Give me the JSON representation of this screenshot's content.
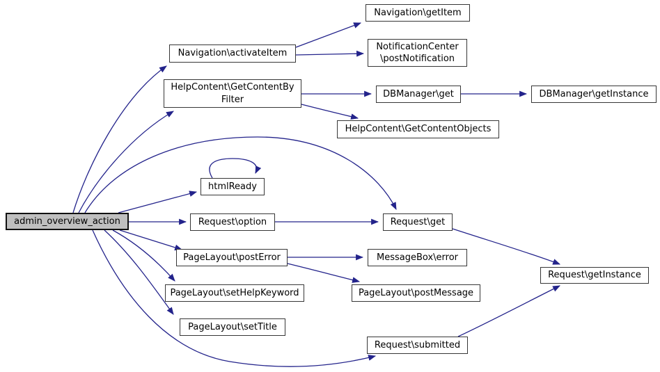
{
  "diagram": {
    "kind": "call-graph",
    "root_function": "admin_overview_action",
    "colors": {
      "edge": "#23238b",
      "node_border": "#363636",
      "root_fill": "#bfbfbf",
      "node_fill": "#ffffff",
      "text": "#000000"
    },
    "nodes": [
      {
        "id": "admin_overview_action",
        "label": "admin_overview_action"
      },
      {
        "id": "navigation_activateitem",
        "label": "Navigation\\activateItem"
      },
      {
        "id": "navigation_getitem",
        "label": "Navigation\\getItem"
      },
      {
        "id": "notificationcenter_postnotification",
        "label": "NotificationCenter\n\\postNotification"
      },
      {
        "id": "helpcontent_getcontentbyfilter",
        "label": "HelpContent\\GetContentBy\nFilter"
      },
      {
        "id": "dbmanager_get",
        "label": "DBManager\\get"
      },
      {
        "id": "dbmanager_getinstance",
        "label": "DBManager\\getInstance"
      },
      {
        "id": "helpcontent_getcontentobjects",
        "label": "HelpContent\\GetContentObjects"
      },
      {
        "id": "htmlready",
        "label": "htmlReady"
      },
      {
        "id": "request_option",
        "label": "Request\\option"
      },
      {
        "id": "request_get",
        "label": "Request\\get"
      },
      {
        "id": "pagelayout_posterror",
        "label": "PageLayout\\postError"
      },
      {
        "id": "messagebox_error",
        "label": "MessageBox\\error"
      },
      {
        "id": "pagelayout_sethelpkeyword",
        "label": "PageLayout\\setHelpKeyword"
      },
      {
        "id": "pagelayout_postmessage",
        "label": "PageLayout\\postMessage"
      },
      {
        "id": "request_getinstance",
        "label": "Request\\getInstance"
      },
      {
        "id": "pagelayout_settitle",
        "label": "PageLayout\\setTitle"
      },
      {
        "id": "request_submitted",
        "label": "Request\\submitted"
      }
    ],
    "edges": [
      {
        "from": "admin_overview_action",
        "to": "navigation_activateitem"
      },
      {
        "from": "admin_overview_action",
        "to": "helpcontent_getcontentbyfilter"
      },
      {
        "from": "admin_overview_action",
        "to": "request_get"
      },
      {
        "from": "admin_overview_action",
        "to": "htmlready"
      },
      {
        "from": "admin_overview_action",
        "to": "request_option"
      },
      {
        "from": "admin_overview_action",
        "to": "pagelayout_posterror"
      },
      {
        "from": "admin_overview_action",
        "to": "pagelayout_sethelpkeyword"
      },
      {
        "from": "admin_overview_action",
        "to": "pagelayout_settitle"
      },
      {
        "from": "admin_overview_action",
        "to": "request_submitted"
      },
      {
        "from": "navigation_activateitem",
        "to": "navigation_getitem"
      },
      {
        "from": "navigation_activateitem",
        "to": "notificationcenter_postnotification"
      },
      {
        "from": "helpcontent_getcontentbyfilter",
        "to": "dbmanager_get"
      },
      {
        "from": "helpcontent_getcontentbyfilter",
        "to": "helpcontent_getcontentobjects"
      },
      {
        "from": "dbmanager_get",
        "to": "dbmanager_getinstance"
      },
      {
        "from": "htmlready",
        "to": "htmlready"
      },
      {
        "from": "request_option",
        "to": "request_get"
      },
      {
        "from": "request_get",
        "to": "request_getinstance"
      },
      {
        "from": "pagelayout_posterror",
        "to": "messagebox_error"
      },
      {
        "from": "pagelayout_posterror",
        "to": "pagelayout_postmessage"
      },
      {
        "from": "request_submitted",
        "to": "request_getinstance"
      }
    ]
  }
}
